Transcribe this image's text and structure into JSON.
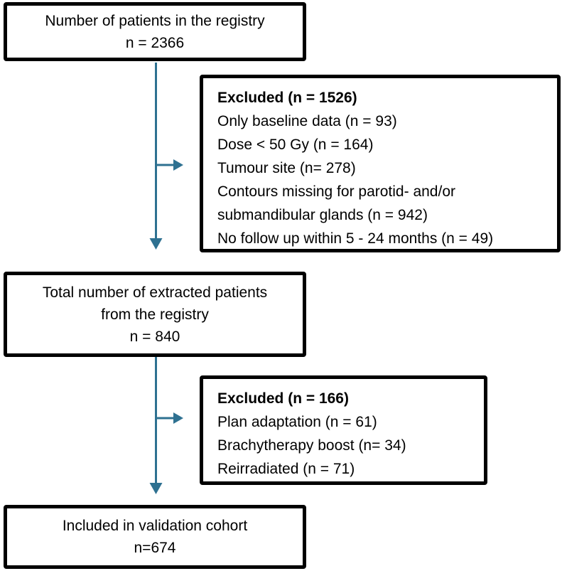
{
  "diagram": {
    "kind": "patient-flow-chart",
    "boxes": {
      "registry": {
        "lines": [
          "Number of patients in the registry",
          "n = 2366"
        ]
      },
      "excluded_first": {
        "title": "Excluded (n = 1526)",
        "items": [
          "Only baseline data (n = 93)",
          "Dose < 50 Gy (n = 164)",
          "Tumour site (n= 278)",
          "Contours missing for parotid- and/or submandibular glands (n = 942)",
          "No follow up within 5 - 24 months (n = 49)"
        ]
      },
      "extracted": {
        "lines": [
          "Total number of extracted patients",
          "from the registry",
          "n = 840"
        ]
      },
      "excluded_second": {
        "title": "Excluded (n = 166)",
        "items": [
          "Plan adaptation (n = 61)",
          "Brachytherapy boost (n= 34)",
          "Reirradiated (n = 71)"
        ]
      },
      "included": {
        "lines": [
          "Included in validation cohort",
          "n=674"
        ]
      }
    }
  },
  "colors": {
    "arrow": "#2E7191",
    "border": "#000000",
    "text": "#000000",
    "background": "#FFFFFF"
  }
}
